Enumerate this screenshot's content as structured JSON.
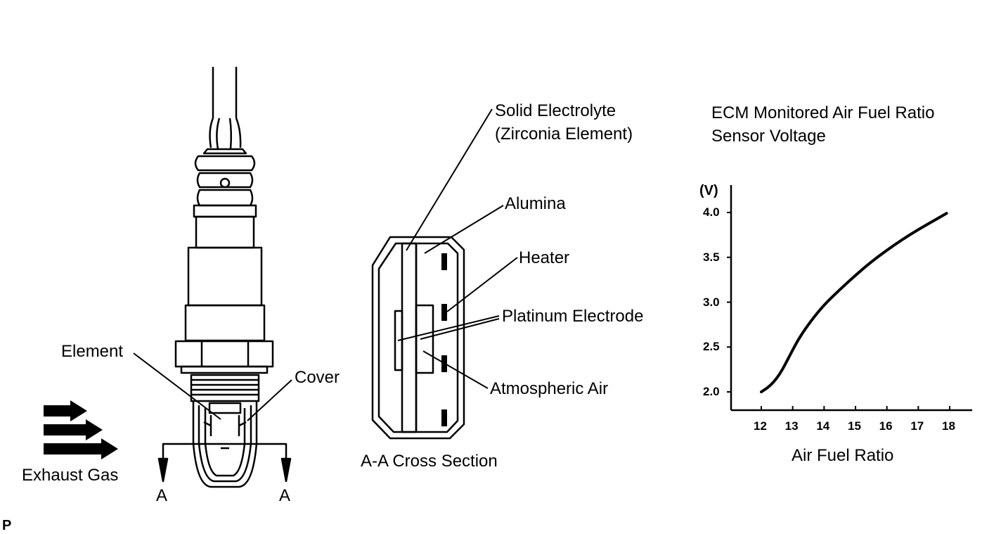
{
  "sensor_labels": {
    "element": "Element",
    "cover": "Cover",
    "exhaust_gas": "Exhaust Gas",
    "section_left": "A",
    "section_right": "A"
  },
  "cross_section": {
    "title": "A-A Cross Section",
    "solid_electrolyte_line1": "Solid Electrolyte",
    "solid_electrolyte_line2": "(Zirconia Element)",
    "alumina": "Alumina",
    "heater": "Heater",
    "platinum_electrode": "Platinum Electrode",
    "atmospheric_air": "Atmospheric Air"
  },
  "chart_data": {
    "type": "line",
    "title": "ECM Monitored Air Fuel Ratio",
    "subtitle": "Sensor Voltage",
    "xlabel": "Air Fuel Ratio",
    "ylabel": "(V)",
    "x_ticks": [
      12,
      13,
      14,
      15,
      16,
      17,
      18
    ],
    "y_ticks": [
      "2.0",
      "2.5",
      "3.0",
      "3.5",
      "4.0"
    ],
    "series": [
      {
        "x": [
          12.0,
          12.3,
          12.6,
          12.9,
          13.2,
          13.6,
          14.0,
          14.5,
          15.0,
          15.5,
          16.0,
          16.5,
          17.0,
          17.5,
          17.9
        ],
        "y": [
          2.0,
          2.07,
          2.2,
          2.4,
          2.6,
          2.8,
          2.97,
          3.14,
          3.3,
          3.45,
          3.58,
          3.7,
          3.81,
          3.91,
          3.99
        ]
      }
    ],
    "grid": false
  },
  "footer": {
    "code": "P"
  }
}
